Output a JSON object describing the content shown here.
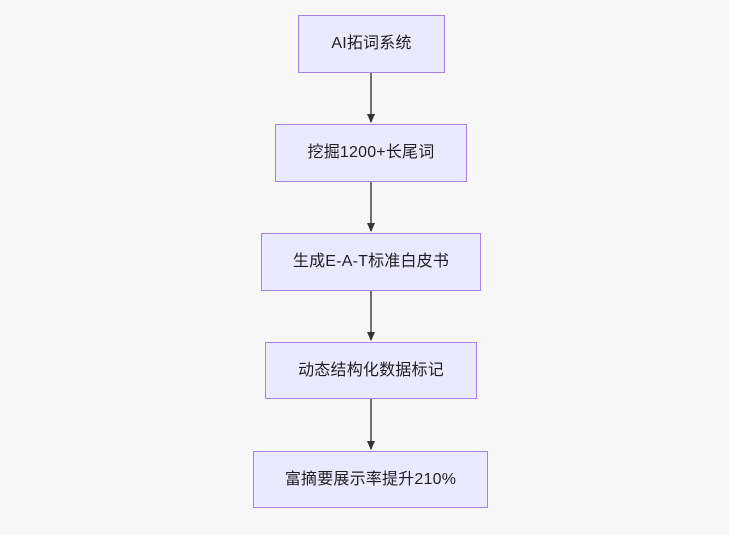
{
  "diagram": {
    "type": "flowchart",
    "orientation": "top-to-bottom",
    "background_color": "#f7f7f8",
    "node_fill_color": "#ebe9fd",
    "node_border_color": "#a683e3",
    "node_text_color": "#1f1f23",
    "connector_color": "#707070",
    "arrowhead_color": "#333333",
    "nodes": [
      {
        "id": "n0",
        "label": "AI拓词系统"
      },
      {
        "id": "n1",
        "label": "挖掘1200+长尾词"
      },
      {
        "id": "n2",
        "label": "生成E-A-T标准白皮书"
      },
      {
        "id": "n3",
        "label": "动态结构化数据标记"
      },
      {
        "id": "n4",
        "label": "富摘要展示率提升210%"
      }
    ],
    "edges": [
      {
        "from": "n0",
        "to": "n1",
        "label": ""
      },
      {
        "from": "n1",
        "to": "n2",
        "label": ""
      },
      {
        "from": "n2",
        "to": "n3",
        "label": ""
      },
      {
        "from": "n3",
        "to": "n4",
        "label": ""
      }
    ]
  }
}
